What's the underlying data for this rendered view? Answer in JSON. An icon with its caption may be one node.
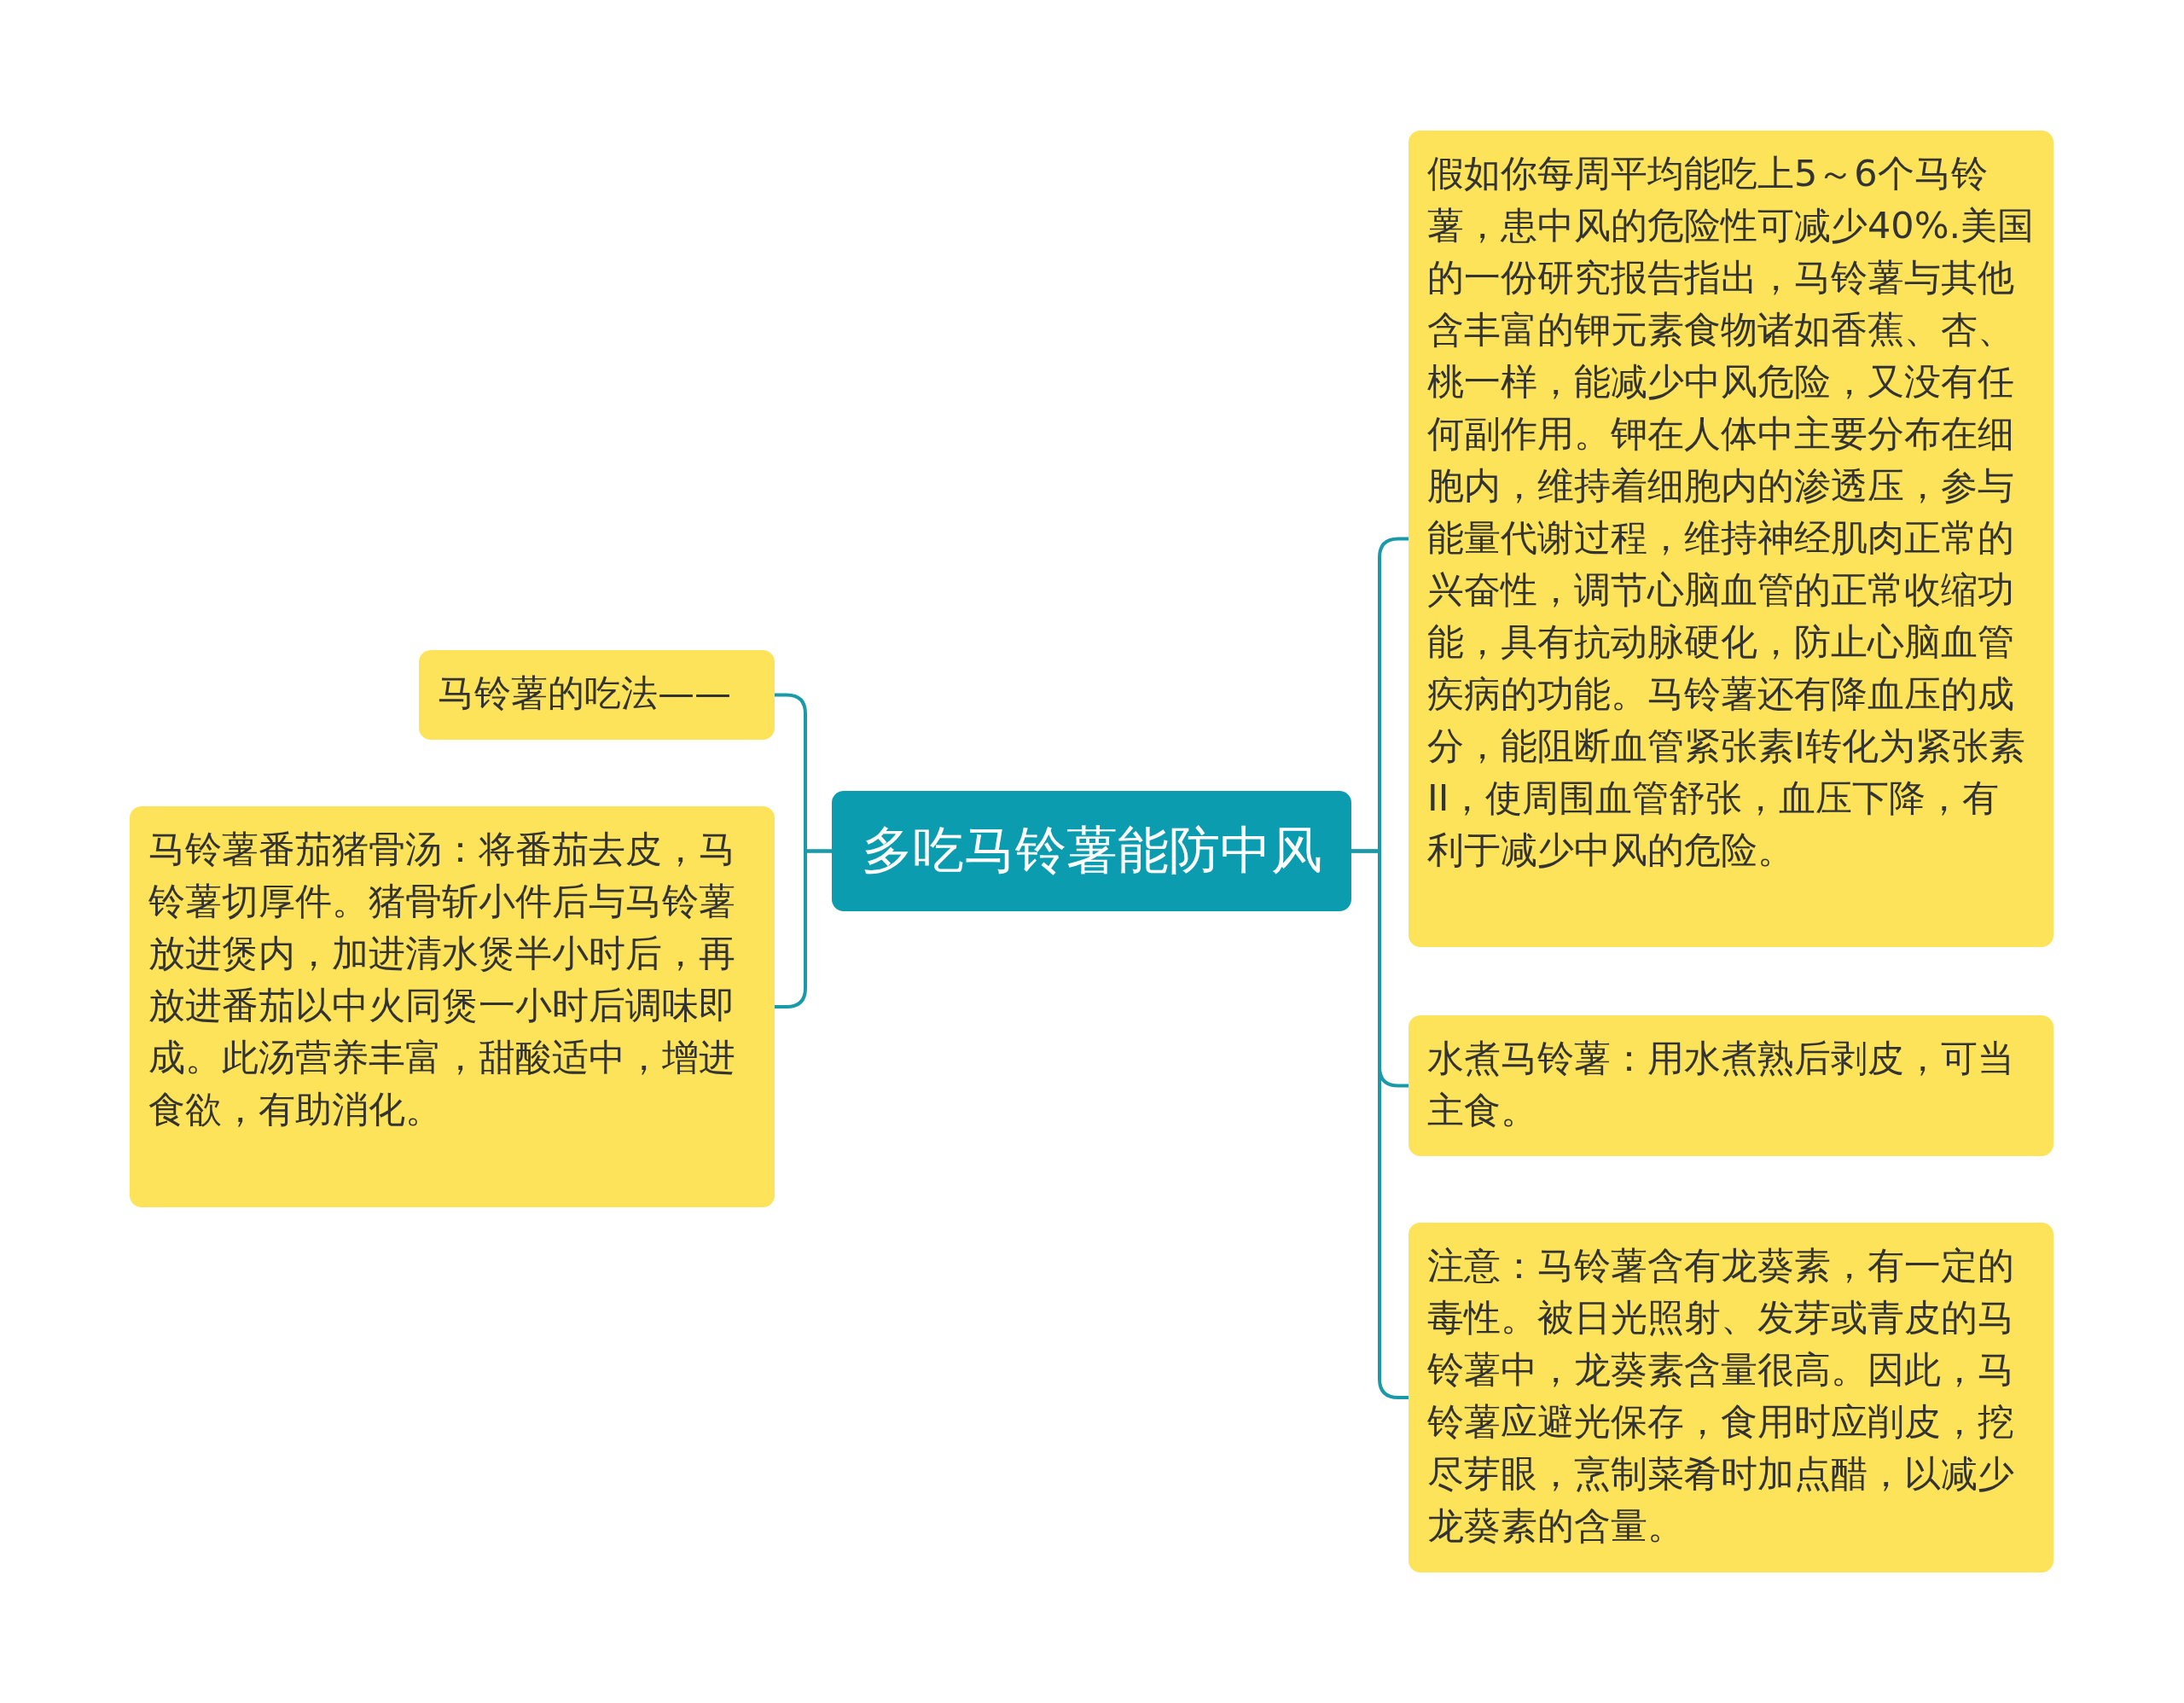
{
  "diagram": {
    "nodes": [
      {
        "text": [
          "多吃马铃薯能防中风"
        ]
      },
      {
        "text": [
          "马铃薯的吃法——"
        ]
      },
      {
        "text": [
          "马铃薯番茄猪骨汤：将番茄去皮，马铃薯切厚件。猪骨斩小件后与马铃薯放进煲内，加进清水煲半小时后，再放进番茄以中火同煲一小时后调味即成。此汤营养丰富，甜酸适中，增进食欲，有助消化。"
        ]
      },
      {
        "text": [
          "假如你每周平均能吃上5～6个马铃薯，患中风的危险性可减少40%.美国的一份研究报告指出，马铃薯与其他含丰富的钾元素食物诸如香蕉、杏、桃一样，能减少中风危险，又没有任何副作用。钾在人体中主要分布在细胞内，维持着细胞内的渗透压，参与能量代谢过程，维持神经肌肉正常的兴奋性，调节心脑血管的正常收缩功能，具有抗动脉硬化，防止心脑血管疾病的功能。马铃薯还有降血压的成分，能阻断血管紧张素I转化为紧张素II，使周围血管舒张，血压下降，有利于减少中风的危险。"
        ]
      },
      {
        "text": [
          "水煮马铃薯：用水煮熟后剥皮，可当主食。"
        ]
      },
      {
        "text": [
          "注意：马铃薯含有龙葵素，有一定的毒性。被日光照射、发芽或青皮的马铃薯中，龙葵素含量很高。因此，马铃薯应避光保存，食用时应削皮，挖尽芽眼，烹制菜肴时加点醋，以减少龙葵素的含量。"
        ]
      }
    ],
    "edges": [
      {
        "from": 0,
        "to": 1,
        "arrow": "none"
      },
      {
        "from": 0,
        "to": 2,
        "arrow": "none"
      },
      {
        "from": 0,
        "to": 3,
        "arrow": "none"
      },
      {
        "from": 0,
        "to": 4,
        "arrow": "none"
      },
      {
        "from": 0,
        "to": 5,
        "arrow": "none"
      }
    ]
  }
}
